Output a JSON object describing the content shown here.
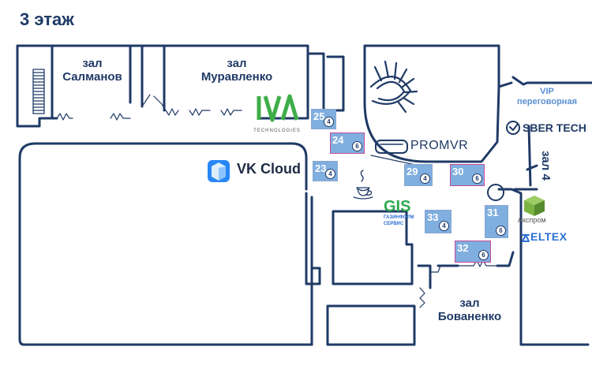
{
  "title": "3 этаж",
  "halls": {
    "salmanov": {
      "line1": "зал",
      "line2": "Салманов"
    },
    "muravlenko": {
      "line1": "зал",
      "line2": "Муравленко"
    },
    "bovanenko": {
      "line1": "зал",
      "line2": "Бованенко"
    },
    "vip": {
      "line1": "VIP",
      "line2": "переговорная"
    },
    "zal4": "зал 4"
  },
  "stands": [
    {
      "number": "25",
      "size": "4"
    },
    {
      "number": "24",
      "size": "6"
    },
    {
      "number": "23",
      "size": "4"
    },
    {
      "number": "29",
      "size": "4"
    },
    {
      "number": "30",
      "size": "6"
    },
    {
      "number": "31",
      "size": "6"
    },
    {
      "number": "33",
      "size": "4"
    },
    {
      "number": "32",
      "size": "6"
    }
  ],
  "logos": {
    "iva": {
      "name": "IVA",
      "sub": "TECHNOLOGIES"
    },
    "vk_cloud": "VK Cloud",
    "promvr": "PROMVR",
    "gis": {
      "name": "GIS",
      "sub1": "ГАЗИНФОРМ",
      "sub2": "СЕРВИС"
    },
    "sber_tech": "SBER TECH",
    "aksprom": "Акспром",
    "eltex": "ELTEX"
  },
  "colors": {
    "walls": "#1f3a66",
    "stand_fill": "#7faedf",
    "stand_border_pink": "#c64b9a",
    "vip_text": "#5b8fd1",
    "iva_green": "#3fae49",
    "vk_blue": "#2787f5",
    "gis_green": "#2fa84f",
    "aksprom_green": "#7cb342"
  },
  "icons": [
    "stairs-icon",
    "coffee-cup-icon",
    "spiral-stair-icon"
  ]
}
